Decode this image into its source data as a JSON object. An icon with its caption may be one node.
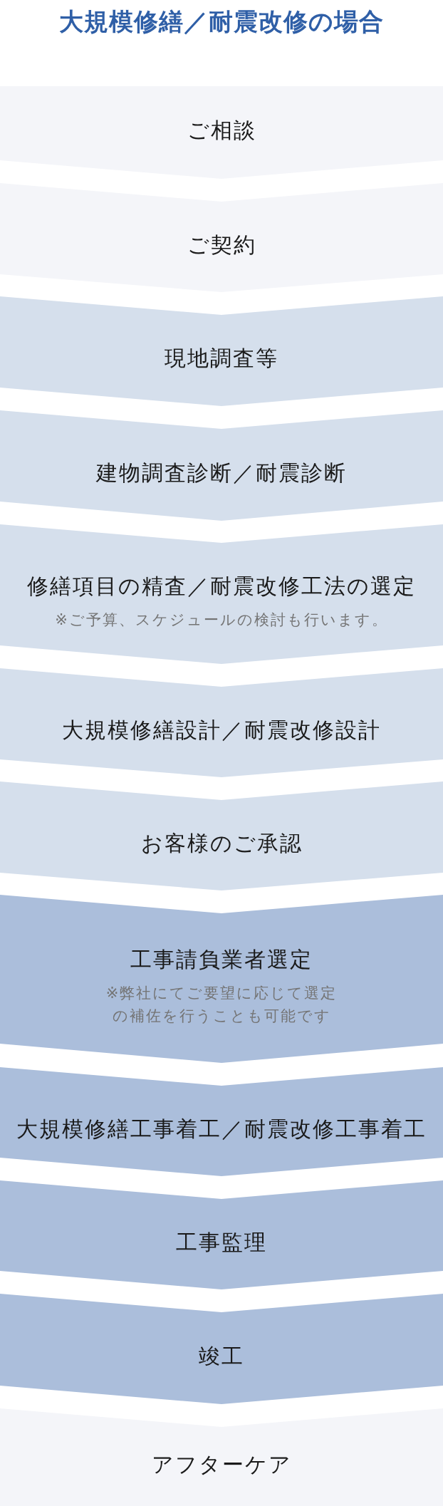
{
  "diagram": {
    "title": "大規模修繕／耐震改修の場合",
    "nodes": [
      {
        "text": [
          "ご相談"
        ]
      },
      {
        "text": [
          "ご契約"
        ]
      },
      {
        "text": [
          "現地調査等"
        ]
      },
      {
        "text": [
          "建物調査診断／耐震診断"
        ]
      },
      {
        "text": [
          "修繕項目の精査／耐震改修工法の選定",
          "※ご予算、スケジュールの検討も行います。"
        ]
      },
      {
        "text": [
          "大規模修繕設計／耐震改修設計"
        ]
      },
      {
        "text": [
          "お客様のご承認"
        ]
      },
      {
        "text": [
          "工事請負業者選定",
          "※弊社にてご要望に応じて選定の補佐を行うことも可能です"
        ]
      },
      {
        "text": [
          "大規模修繕工事着工／耐震改修工事着工"
        ]
      },
      {
        "text": [
          "工事監理"
        ]
      },
      {
        "text": [
          "竣工"
        ]
      },
      {
        "text": [
          "アフターケア"
        ]
      }
    ]
  }
}
